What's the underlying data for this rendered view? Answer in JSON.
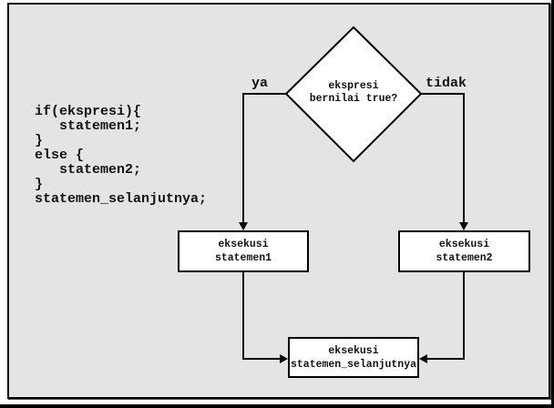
{
  "colors": {
    "canvas_background": "#e4e4e4",
    "shape_fill": "#ffffff",
    "line_color": "#000000",
    "page_background": "#ffffff"
  },
  "code_block": {
    "text": "if(ekspresi){\n   statemen1;\n}\nelse {\n   statemen2;\n}\nstatemen_selanjutnya;"
  },
  "flowchart": {
    "decision": {
      "label": "ekspresi\nbernilai true?"
    },
    "branch_yes": {
      "label": "ya"
    },
    "branch_no": {
      "label": "tidak"
    },
    "process_true": {
      "label": "eksekusi\nstatemen1"
    },
    "process_false": {
      "label": "eksekusi\nstatemen2"
    },
    "process_next": {
      "label": "eksekusi\nstatemen_selanjutnya"
    }
  }
}
